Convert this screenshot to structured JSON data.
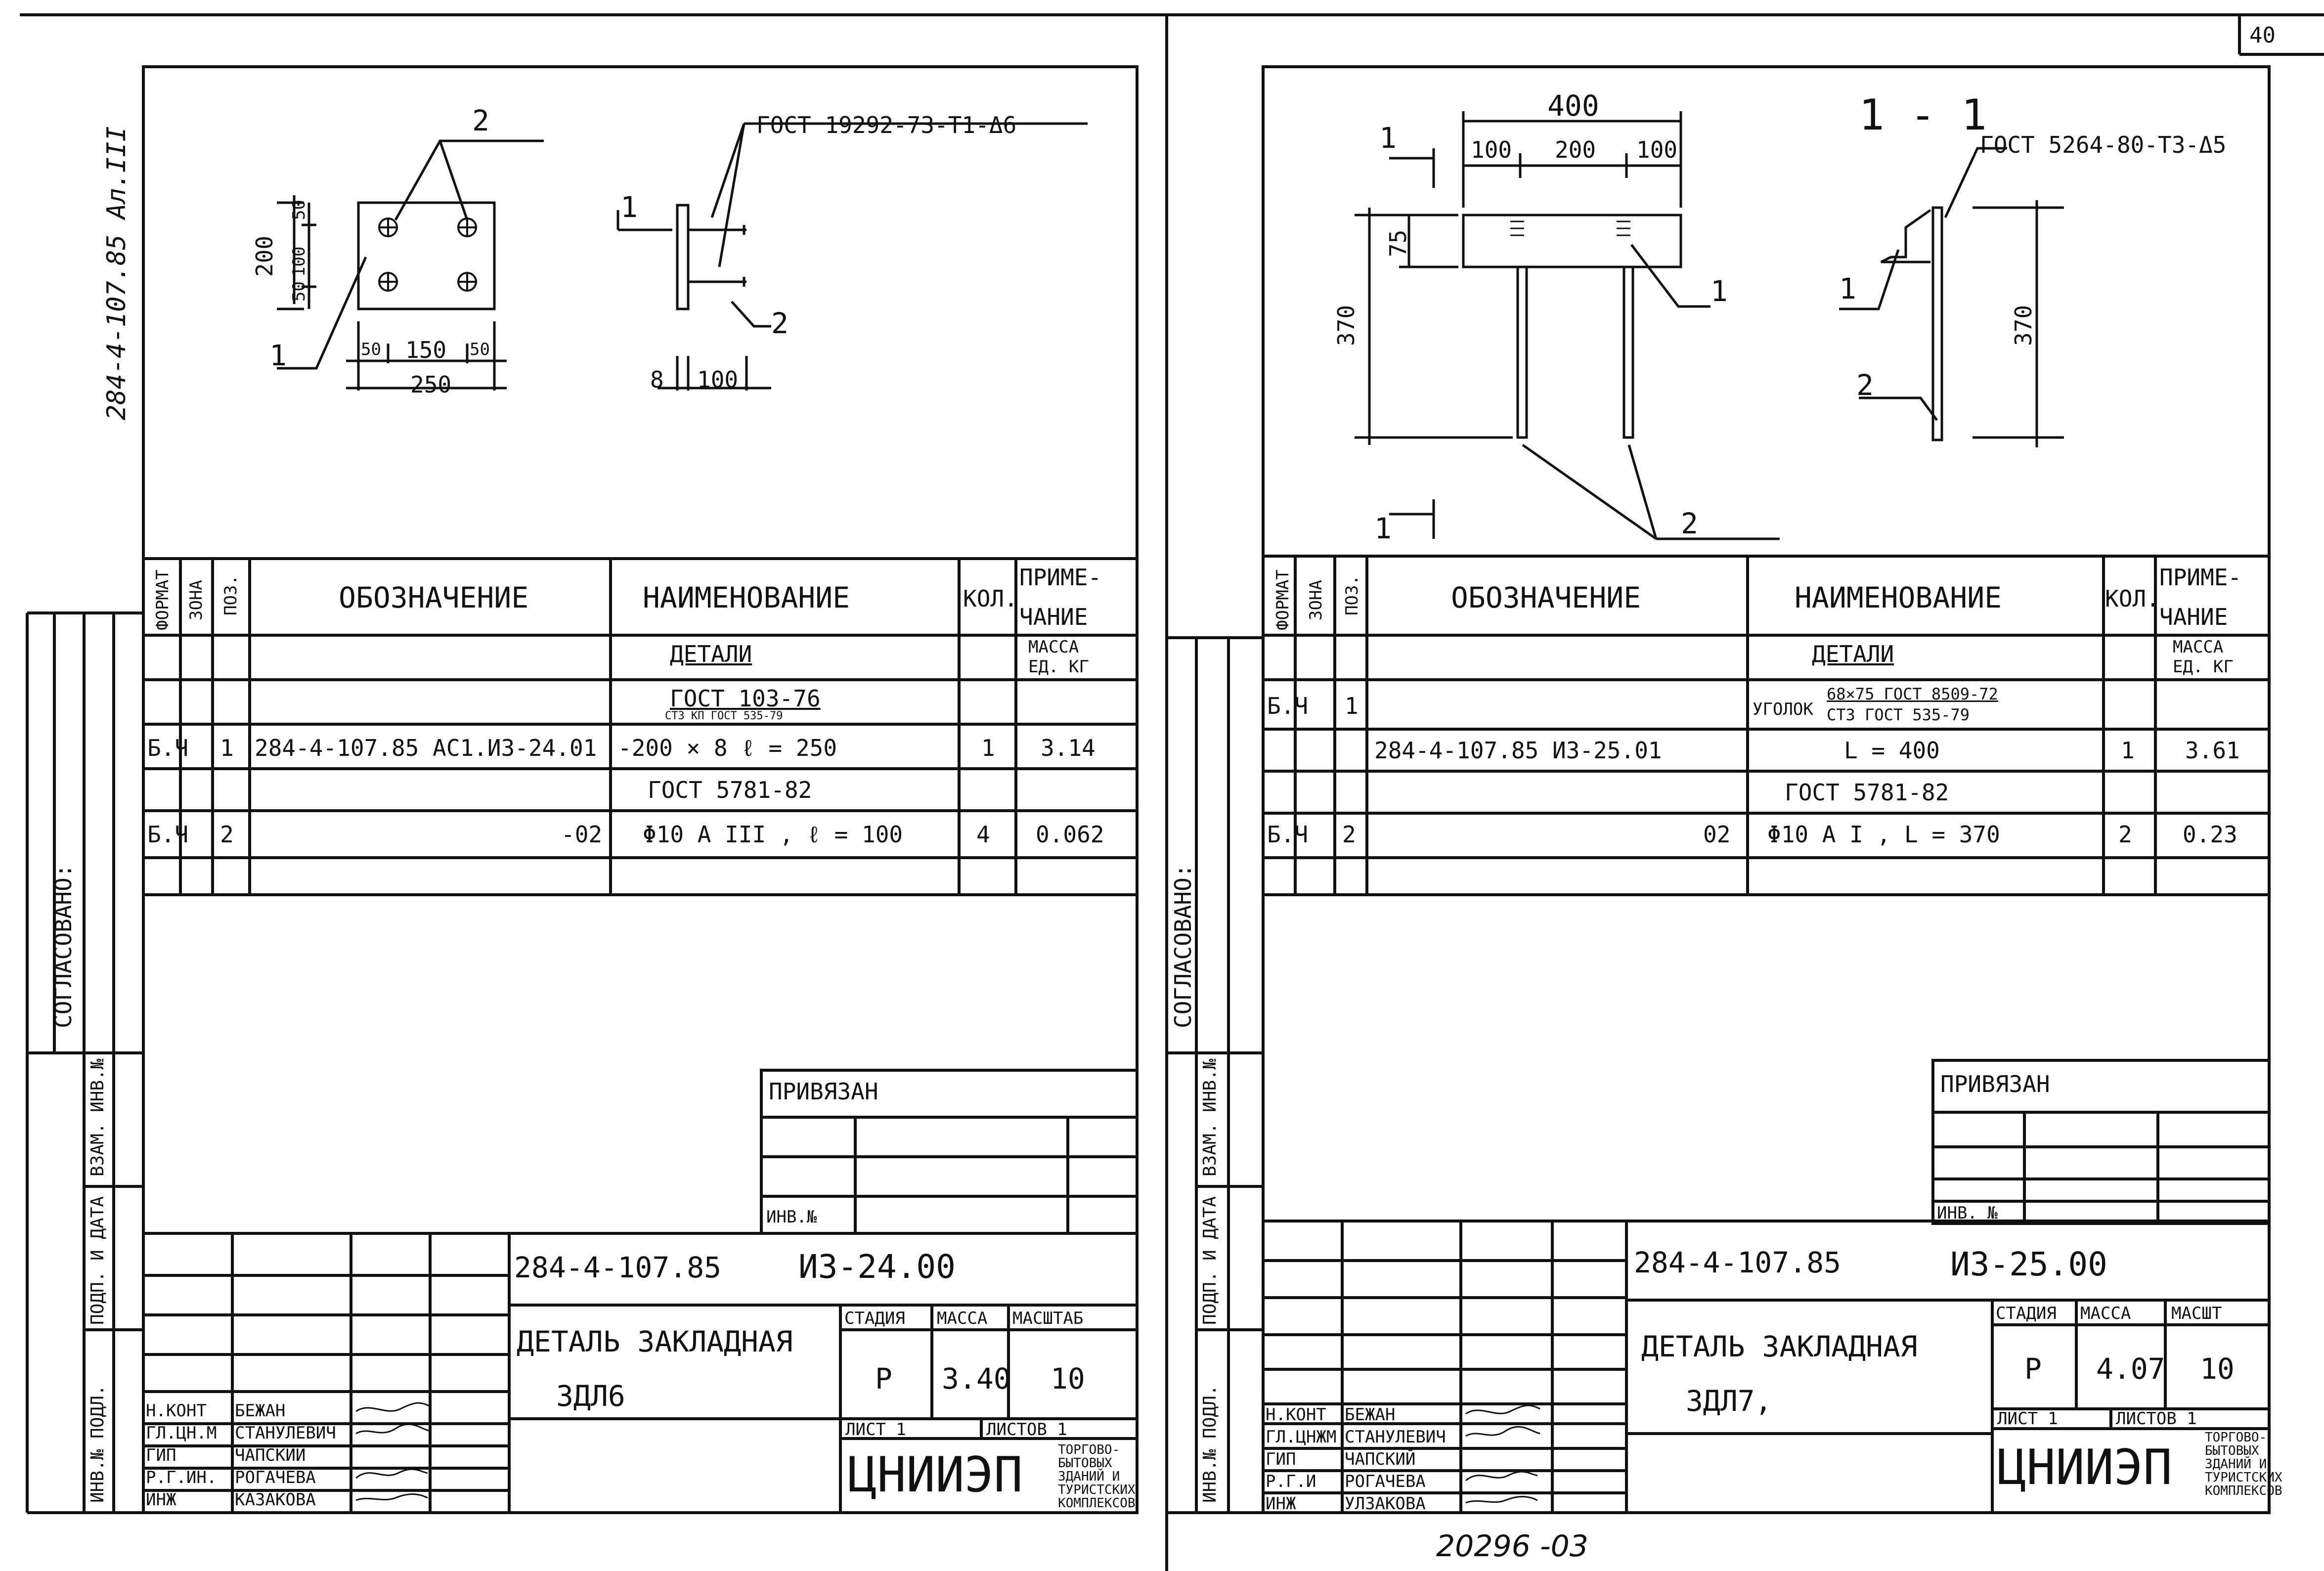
{
  "page_number": "40",
  "bottom_number": "20296 -03",
  "side_code": "284-4-107.85 Ал.III",
  "side_labels": {
    "soglasovano": "СОГЛАСОВАНО:",
    "vzam": "ВЗАМ. ИНВ.№",
    "podp": "ПОДП. И ДАТА",
    "inv": "ИНВ.№ ПОДЛ."
  },
  "headers": {
    "format": "ФОРМАТ",
    "zona": "ЗОНА",
    "poz": "ПОЗ.",
    "oboz": "ОБОЗНАЧЕНИЕ",
    "naim": "НАИМЕНОВАНИЕ",
    "kol": "КОЛ.",
    "prim1": "ПРИМЕ-",
    "prim2": "ЧАНИЕ",
    "massa1": "МАССА",
    "massa2": "ЕД. КГ",
    "detali": "ДЕТАЛИ"
  },
  "left": {
    "drawing": {
      "plate_labels": [
        "2",
        "1"
      ],
      "dims": [
        "200",
        "50",
        "100",
        "50",
        "50",
        "150",
        "50",
        "250",
        "8",
        "100"
      ],
      "gost": "ГОСТ 19292-73-Т1-Δ6",
      "pos": [
        "1",
        "2"
      ]
    },
    "spec": {
      "gost_top": "ГОСТ 103-76",
      "gost_sub": "СТ3 КП ГОСТ 535-79",
      "rows": [
        {
          "format": "Б.Ч",
          "poz": "1",
          "oboz": "284-4-107.85  АС1.И3-24.01",
          "naim": "-200 × 8   ℓ = 250",
          "kol": "1",
          "prim": "3.14"
        },
        {
          "format": "",
          "poz": "",
          "oboz": "",
          "naim": "ГОСТ 5781-82",
          "kol": "",
          "prim": ""
        },
        {
          "format": "Б.Ч",
          "poz": "2",
          "oboz": "-02",
          "naim": "Φ10 A III ,   ℓ = 100",
          "kol": "4",
          "prim": "0.062"
        }
      ]
    },
    "privyazan": "ПРИВЯЗАН",
    "inv_no": "ИНВ.№",
    "title": {
      "code": "284-4-107.85",
      "mark": "И3-24.00",
      "name": "ДЕТАЛЬ ЗАКЛАДНАЯ",
      "sub": "ЗДЛ6",
      "stadia_h": "СТАДИЯ",
      "massa_h": "МАССА",
      "masshtab_h": "МАСШТАБ",
      "stadia": "Р",
      "massa": "3.40",
      "masshtab": "10",
      "list": "ЛИСТ 1",
      "listov": "ЛИСТОВ 1",
      "org": "ЦНИИЭП",
      "org_sub": [
        "ТОРГОВО-",
        "БЫТОВЫХ",
        "ЗДАНИЙ И",
        "ТУРИСТСКИХ",
        "КОМПЛЕКСОВ"
      ],
      "staff": [
        {
          "role": "Н.КОНТ",
          "name": "БЕЖАН"
        },
        {
          "role": "ГЛ.ЦН.М",
          "name": "СТАНУЛЕВИЧ"
        },
        {
          "role": "ГИП",
          "name": "ЧАПСКИЙ"
        },
        {
          "role": "Р.Г.ИН.",
          "name": "РОГАЧЕВА"
        },
        {
          "role": "ИНЖ",
          "name": "КАЗАКОВА"
        }
      ]
    }
  },
  "right": {
    "drawing": {
      "dims": [
        "400",
        "100",
        "200",
        "100",
        "75",
        "370",
        "370"
      ],
      "section": "1 - 1",
      "gost": "ГОСТ 5264-80-Т3-Δ5",
      "cut": [
        "1",
        "1"
      ],
      "pos": [
        "1",
        "1",
        "2",
        "2"
      ]
    },
    "spec": {
      "rows": [
        {
          "format": "Б.Ч",
          "poz": "1",
          "oboz": "",
          "naim": "УГОЛОК",
          "naim_top": "68×75 ГОСТ 8509-72",
          "naim_sub": "СТ3 ГОСТ 535-79",
          "kol": "",
          "prim": ""
        },
        {
          "format": "",
          "poz": "",
          "oboz": "284-4-107.85   И3-25.01",
          "naim": "L = 400",
          "kol": "1",
          "prim": "3.61"
        },
        {
          "format": "",
          "poz": "",
          "oboz": "",
          "naim": "ГОСТ 5781-82",
          "kol": "",
          "prim": ""
        },
        {
          "format": "Б.Ч",
          "poz": "2",
          "oboz": "02",
          "naim": "Φ10 A I ,     L = 370",
          "kol": "2",
          "prim": "0.23"
        }
      ]
    },
    "privyazan": "ПРИВЯЗАН",
    "inv_no": "ИНВ. №",
    "title": {
      "code": "284-4-107.85",
      "mark": "И3-25.00",
      "name": "ДЕТАЛЬ ЗАКЛАДНАЯ",
      "sub": "ЗДЛ7,",
      "stadia_h": "СТАДИЯ",
      "massa_h": "МАССА",
      "masshtab_h": "МАСШТ",
      "stadia": "Р",
      "massa": "4.07",
      "masshtab": "10",
      "list": "ЛИСТ 1",
      "listov": "ЛИСТОВ 1",
      "org": "ЦНИИЭП",
      "org_sub": [
        "ТОРГОВО-",
        "БЫТОВЫХ",
        "ЗДАНИЙ И",
        "ТУРИСТСКИХ",
        "КОМПЛЕКСОВ"
      ],
      "staff": [
        {
          "role": "Н.КОНТ",
          "name": "БЕЖАН"
        },
        {
          "role": "ГЛ.ЦНЖМ",
          "name": "СТАНУЛЕВИЧ"
        },
        {
          "role": "ГИП",
          "name": "ЧАПСКИЙ"
        },
        {
          "role": "Р.Г.И",
          "name": "РОГАЧЕВА"
        },
        {
          "role": "ИНЖ",
          "name": "УЛЗАКОВА"
        }
      ]
    }
  }
}
